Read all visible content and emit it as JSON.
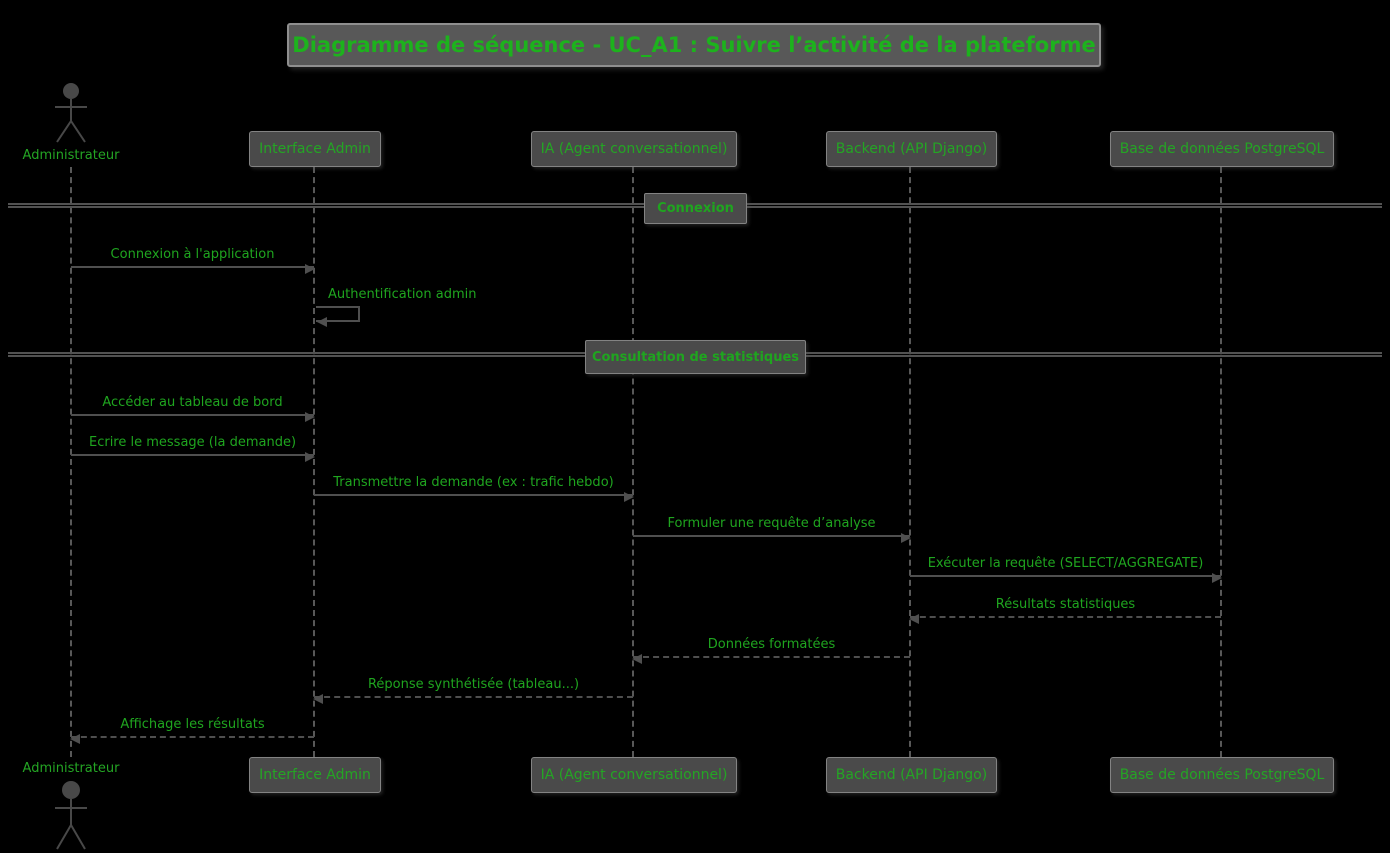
{
  "title": "Diagramme de séquence - UC_A1 : Suivre l’activité de la plateforme",
  "actor": {
    "label": "Administrateur"
  },
  "participants": [
    {
      "label": "Interface Admin"
    },
    {
      "label": "IA (Agent conversationnel)"
    },
    {
      "label": "Backend (API Django)"
    },
    {
      "label": "Base de données PostgreSQL"
    }
  ],
  "dividers": [
    {
      "label": "Connexion"
    },
    {
      "label": "Consultation de statistiques"
    }
  ],
  "messages": [
    {
      "label": "Connexion à l'application",
      "from": "Administrateur",
      "to": "Interface Admin",
      "style": "solid"
    },
    {
      "label": "Authentification admin",
      "from": "Interface Admin",
      "to": "Interface Admin",
      "style": "self"
    },
    {
      "label": "Accéder au tableau de bord",
      "from": "Administrateur",
      "to": "Interface Admin",
      "style": "solid"
    },
    {
      "label": "Ecrire le message (la demande)",
      "from": "Administrateur",
      "to": "Interface Admin",
      "style": "solid"
    },
    {
      "label": "Transmettre la demande (ex : trafic hebdo)",
      "from": "Interface Admin",
      "to": "IA (Agent conversationnel)",
      "style": "solid"
    },
    {
      "label": "Formuler une requête d’analyse",
      "from": "IA (Agent conversationnel)",
      "to": "Backend (API Django)",
      "style": "solid"
    },
    {
      "label": "Exécuter la requête (SELECT/AGGREGATE)",
      "from": "Backend (API Django)",
      "to": "Base de données PostgreSQL",
      "style": "solid"
    },
    {
      "label": "Résultats statistiques",
      "from": "Base de données PostgreSQL",
      "to": "Backend (API Django)",
      "style": "dashed"
    },
    {
      "label": "Données formatées",
      "from": "Backend (API Django)",
      "to": "IA (Agent conversationnel)",
      "style": "dashed"
    },
    {
      "label": "Réponse synthétisée (tableau...)",
      "from": "IA (Agent conversationnel)",
      "to": "Interface Admin",
      "style": "dashed"
    },
    {
      "label": "Affichage les résultats",
      "from": "Interface Admin",
      "to": "Administrateur",
      "style": "dashed"
    }
  ],
  "colors": {
    "background": "#000000",
    "text_green": "#1fa51f",
    "title_green": "#1db21d",
    "box_fill": "#4a4a4a",
    "box_border": "#838383",
    "arrow_gray": "#4f4f4f"
  }
}
